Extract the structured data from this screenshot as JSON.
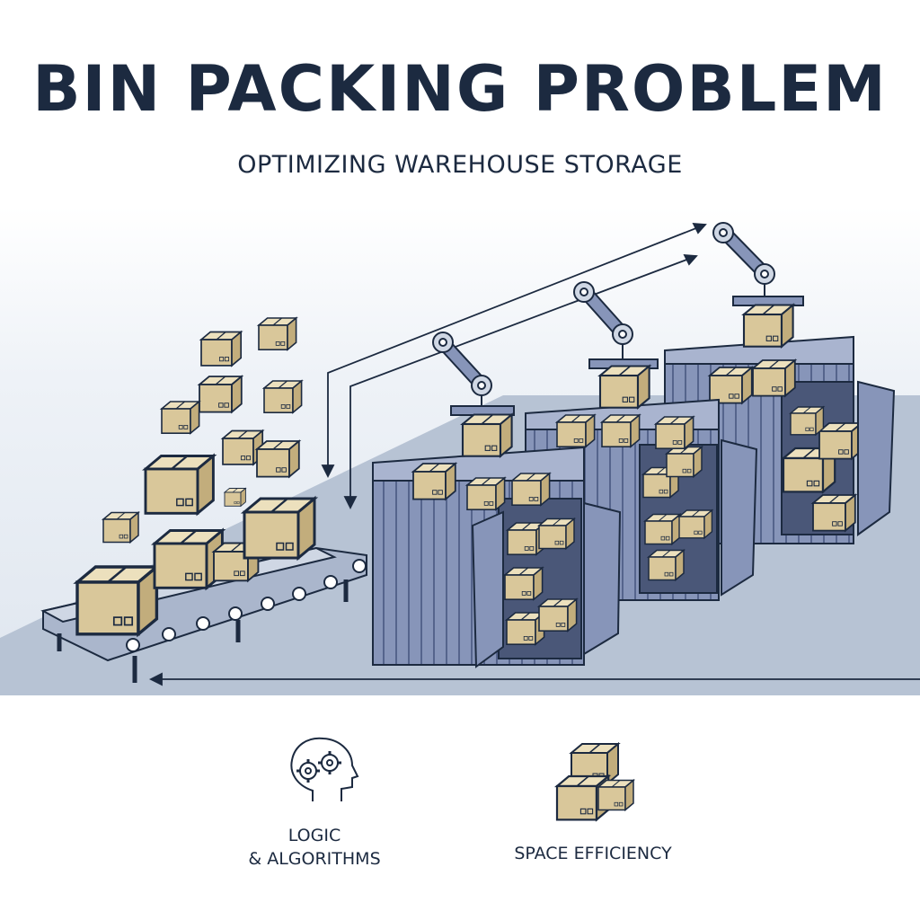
{
  "header": {
    "title": "BIN PACKING PROBLEM",
    "subtitle": "OPTIMIZING WAREHOUSE STORAGE"
  },
  "features": [
    {
      "icon": "brain-gears-icon",
      "label_line1": "LOGIC",
      "label_line2": "& ALGORITHMS"
    },
    {
      "icon": "stacked-boxes-icon",
      "label": "SPACE EFFICIENCY"
    }
  ],
  "colors": {
    "navy": "#1c2a40",
    "box": "#d9c79a",
    "container": "#7d8db3",
    "floor": "#b7c3d4",
    "sky": "#eef2f7"
  }
}
